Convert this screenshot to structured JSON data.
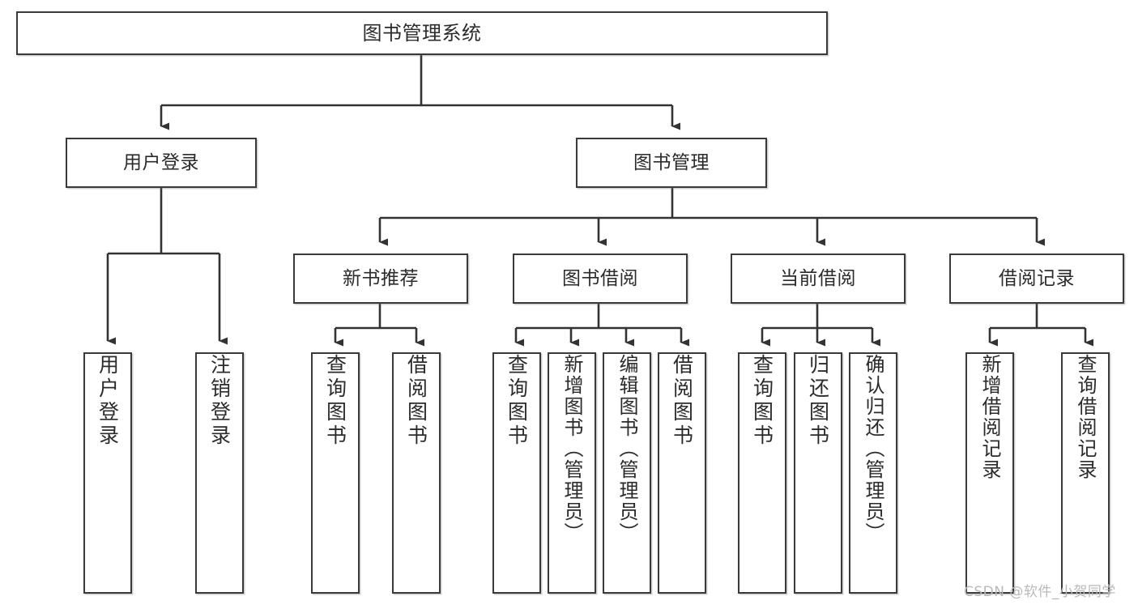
{
  "diagram": {
    "title": "图书管理系统",
    "type": "hierarchy-tree",
    "colors": {
      "box_border": "#3a3a3a",
      "box_fill": "#ffffff",
      "connector": "#333333",
      "text": "#2b2b2b",
      "watermark": "#b9b9b9"
    },
    "levels": {
      "root": {
        "label": "图书管理系统"
      },
      "level2": [
        {
          "label": "用户登录"
        },
        {
          "label": "图书管理"
        }
      ],
      "level3": [
        {
          "label": "新书推荐"
        },
        {
          "label": "图书借阅"
        },
        {
          "label": "当前借阅"
        },
        {
          "label": "借阅记录"
        }
      ],
      "leaves": {
        "user_login": [
          {
            "label": "用户登录"
          },
          {
            "label": "注销登录"
          }
        ],
        "new_book_recommend": [
          {
            "label": "查询图书"
          },
          {
            "label": "借阅图书"
          }
        ],
        "book_borrow": [
          {
            "label": "查询图书"
          },
          {
            "label": "新增图书（管理员）"
          },
          {
            "label": "编辑图书（管理员）"
          },
          {
            "label": "借阅图书"
          }
        ],
        "current_borrow": [
          {
            "label": "查询图书"
          },
          {
            "label": "归还图书"
          },
          {
            "label": "确认归还（管理员）"
          }
        ],
        "borrow_record": [
          {
            "label": "新增借阅记录"
          },
          {
            "label": "查询借阅记录"
          }
        ]
      }
    },
    "watermark": "CSDN @软件_小贺同学"
  }
}
